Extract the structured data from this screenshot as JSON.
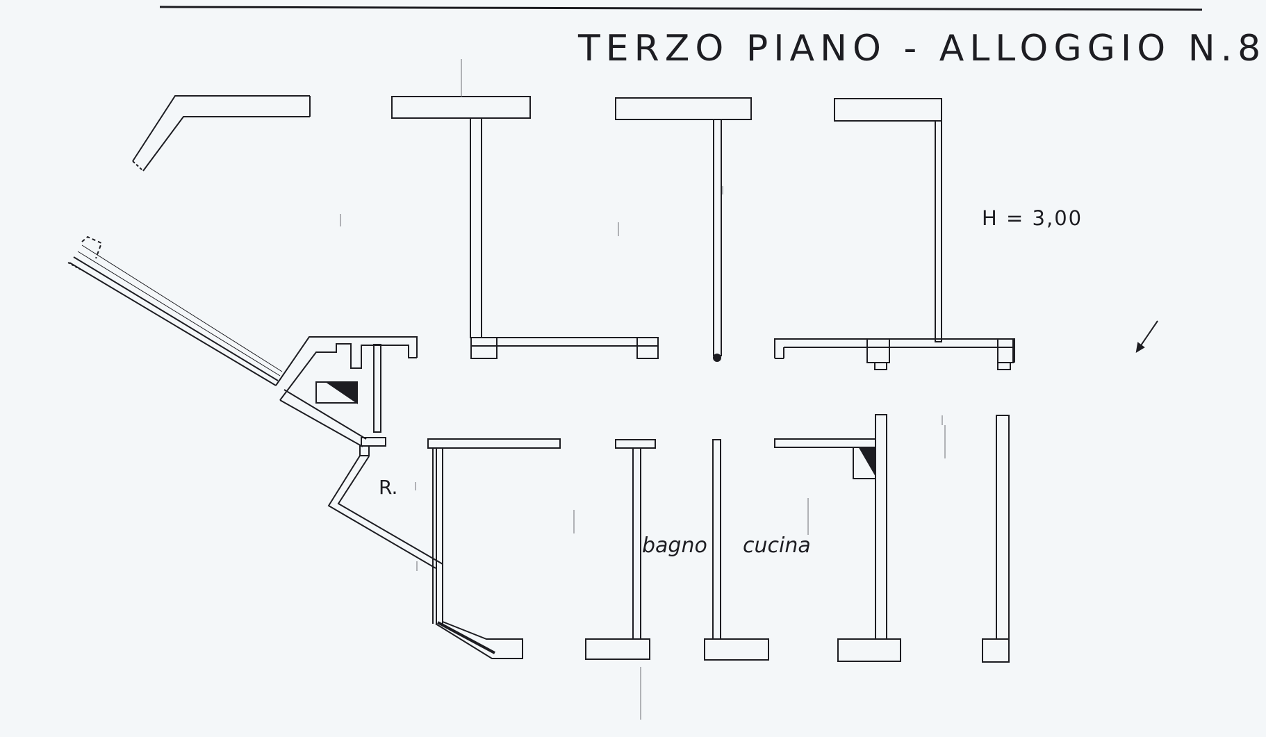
{
  "plan": {
    "title": "TERZO PIANO - ALLOGGIO N.8",
    "height_note": "H = 3,00",
    "rooms": {
      "r": "R.",
      "bagno": "bagno",
      "cucina": "cucina"
    }
  },
  "colors": {
    "paper": "#f4f7f9",
    "ink": "#1d1d22"
  }
}
